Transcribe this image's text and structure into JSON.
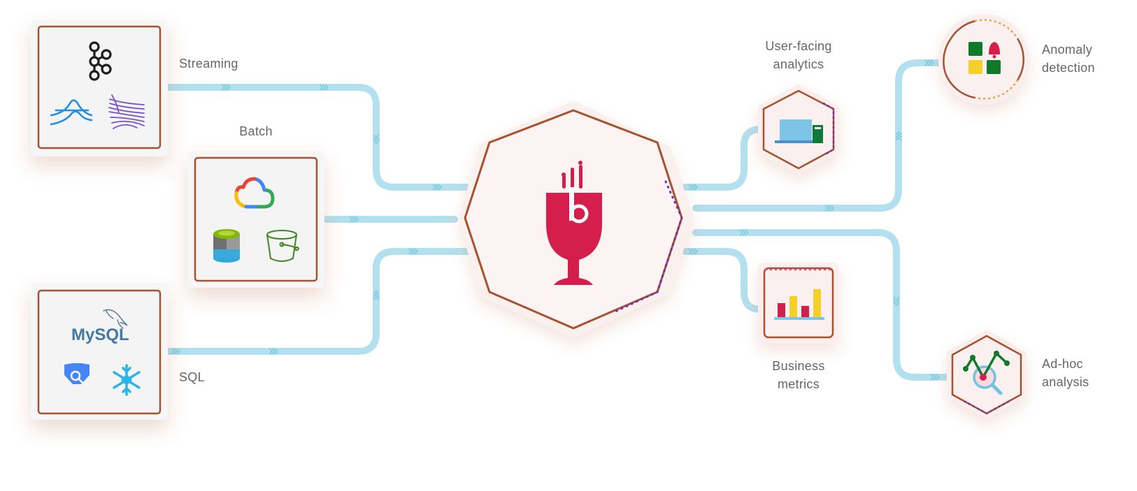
{
  "sources": {
    "streaming": {
      "label": "Streaming",
      "icons": [
        "kafka-icon",
        "kinesis-icon",
        "pulsar-icon"
      ]
    },
    "batch": {
      "label": "Batch",
      "icons": [
        "google-cloud-icon",
        "azure-data-lake-icon",
        "s3-bucket-icon"
      ]
    },
    "sql": {
      "label": "SQL",
      "logo_text": "MySQL",
      "icons": [
        "mysql-dolphin-icon",
        "bigquery-icon",
        "snowflake-icon"
      ]
    }
  },
  "hub": {
    "icon": "pinot-wine-glass-icon"
  },
  "outputs": {
    "user_facing": {
      "label_line1": "User-facing",
      "label_line2": "analytics",
      "icon": "laptop-icon"
    },
    "anomaly": {
      "label_line1": "Anomaly",
      "label_line2": "detection",
      "icon": "alert-grid-icon"
    },
    "business": {
      "label_line1": "Business",
      "label_line2": "metrics",
      "icon": "bar-chart-icon"
    },
    "adhoc": {
      "label_line1": "Ad-hoc",
      "label_line2": "analysis",
      "icon": "magnifier-trend-icon"
    }
  },
  "colors": {
    "pipe": "#b3e0ee",
    "chevron": "#7ccbe4",
    "frame": "#a8512e",
    "pinot": "#d41f4d",
    "dotted": "#6b2fc4",
    "card_bg": "#f4f4f4",
    "hub_bg": "#fbf1ef"
  }
}
